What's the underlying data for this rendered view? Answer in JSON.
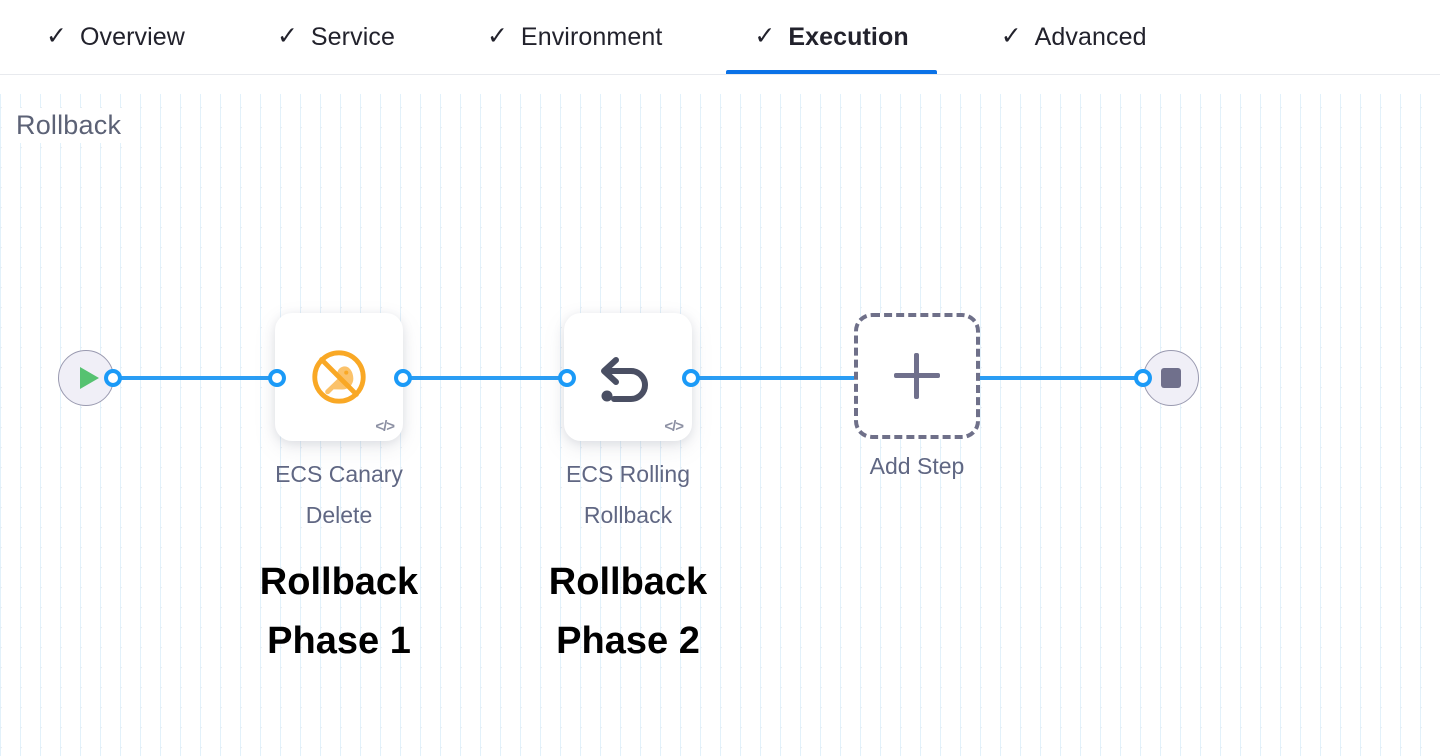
{
  "tabs": [
    {
      "label": "Overview",
      "icon": "check-icon",
      "active": false
    },
    {
      "label": "Service",
      "icon": "check-icon",
      "active": false
    },
    {
      "label": "Environment",
      "icon": "check-icon",
      "active": false
    },
    {
      "label": "Execution",
      "icon": "check-icon",
      "active": true
    },
    {
      "label": "Advanced",
      "icon": "check-icon",
      "active": false
    }
  ],
  "canvas": {
    "title": "Rollback"
  },
  "pipeline": {
    "start_node": {
      "icon": "play-icon"
    },
    "end_node": {
      "icon": "stop-icon"
    },
    "steps": [
      {
        "label": "ECS Canary Delete",
        "icon": "canary-delete-icon",
        "badge": "</>",
        "annotation": "Rollback\nPhase 1"
      },
      {
        "label": "ECS Rolling Rollback",
        "icon": "rollback-arrow-icon",
        "badge": "</>",
        "annotation": "Rollback\nPhase 2"
      }
    ],
    "add_step": {
      "label": "Add Step",
      "icon": "plus-icon"
    }
  },
  "colors": {
    "accent_blue": "#0b72e7",
    "connector_blue": "#2a9df4",
    "canary_orange": "#f5a623",
    "start_green": "#56c271",
    "stop_gray": "#70708c",
    "label_gray": "#606783",
    "title_gray": "#5c6276"
  },
  "icon_glyphs": {
    "check": "✓"
  }
}
